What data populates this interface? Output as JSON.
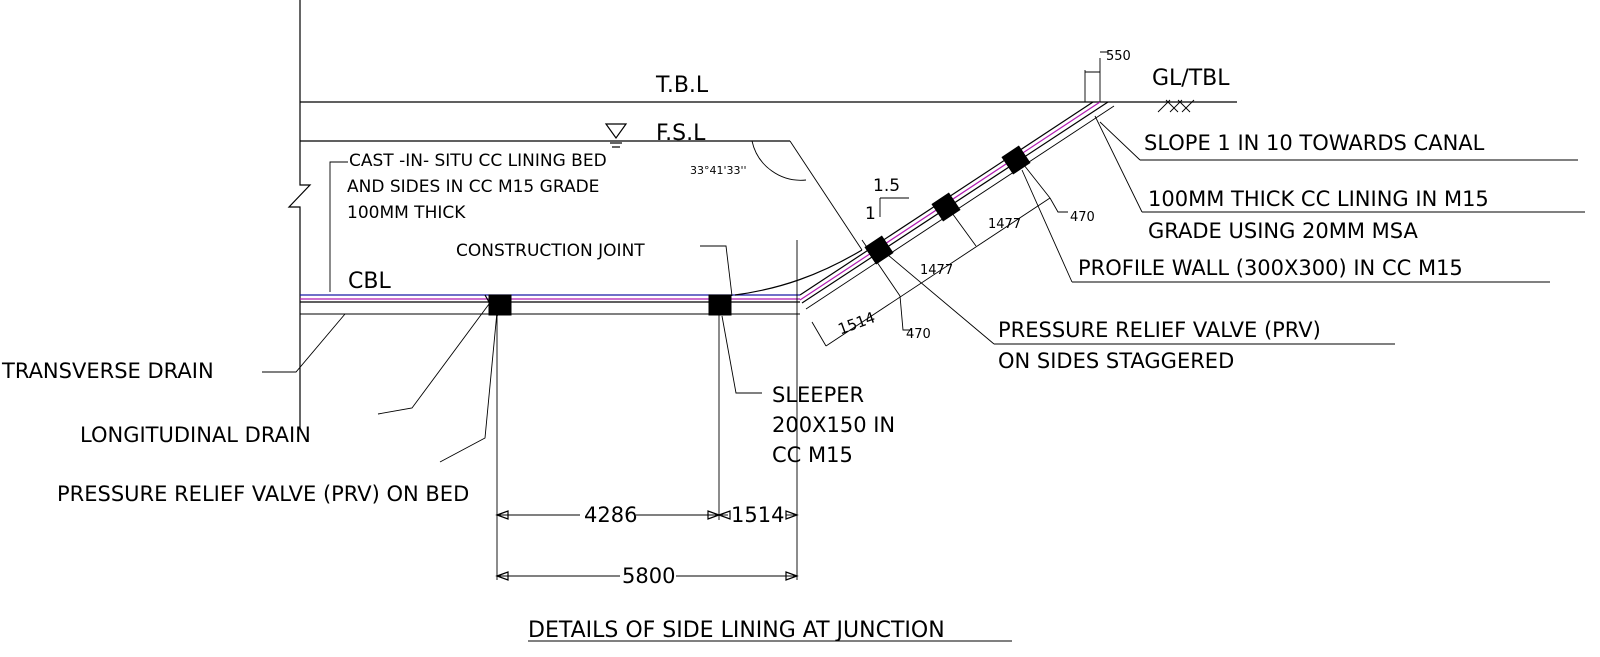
{
  "levels": {
    "tbl": "T.B.L",
    "fsl": "F.S.L",
    "cbl": "CBL",
    "gl_tbl": "GL/TBL"
  },
  "notes": {
    "cast_lining": [
      "CAST -IN- SITU CC LINING BED",
      "AND SIDES IN CC M15 GRADE",
      "100MM THICK"
    ],
    "construction_joint": "CONSTRUCTION JOINT",
    "transverse_drain": "TRANSVERSE DRAIN",
    "longitudinal_drain": "LONGITUDINAL DRAIN",
    "prv_bed": "PRESSURE RELIEF VALVE (PRV) ON BED",
    "sleeper": [
      "SLEEPER",
      "200X150 IN",
      "CC M15"
    ],
    "slope": "SLOPE 1 IN 10 TOWARDS CANAL",
    "lining": [
      "100MM THICK CC LINING IN M15",
      "GRADE USING 20MM MSA"
    ],
    "profile_wall": "PROFILE WALL (300X300) IN CC M15",
    "prv_sides": [
      "PRESSURE RELIEF VALVE (PRV)",
      "ON SIDES STAGGERED"
    ]
  },
  "slope_ratio": {
    "h": "1.5",
    "v": "1"
  },
  "angle": "33°41'33''",
  "dimensions": {
    "top_offset": "550",
    "bed_4286": "4286",
    "bed_1514": "1514",
    "bed_total": "5800",
    "side_1514": "1514",
    "side_470_a": "470",
    "side_1477_a": "1477",
    "side_1477_b": "1477",
    "side_470_b": "470"
  },
  "title": "DETAILS OF SIDE LINING AT JUNCTION",
  "colors": {
    "line": "#000000",
    "blue_line": "#1a1aa8",
    "magenta_line": "#b01ab0"
  }
}
